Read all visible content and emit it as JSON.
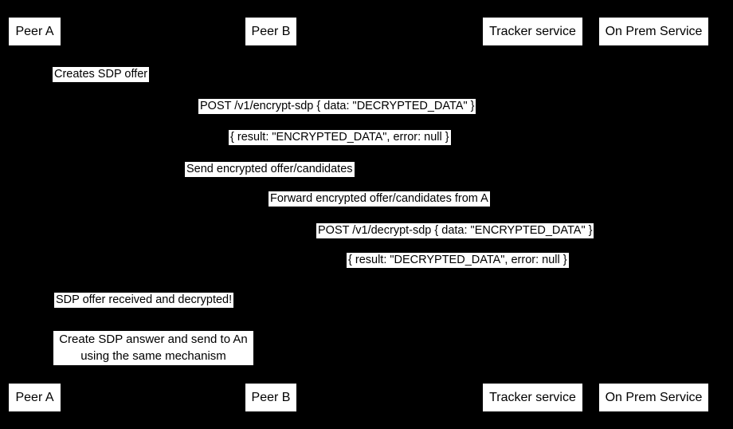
{
  "diagram": {
    "type": "sequence",
    "colors": {
      "background": "#000000",
      "box_fill": "#ffffff",
      "box_text": "#000000"
    },
    "participants": [
      {
        "id": "peer-a",
        "label": "Peer A"
      },
      {
        "id": "peer-b",
        "label": "Peer B"
      },
      {
        "id": "tracker",
        "label": "Tracker service"
      },
      {
        "id": "onprem",
        "label": "On Prem Service"
      }
    ],
    "messages": [
      {
        "text": "Creates SDP offer"
      },
      {
        "text": "POST /v1/encrypt-sdp { data: \"DECRYPTED_DATA\" }"
      },
      {
        "text": "{ result: \"ENCRYPTED_DATA\", error: null }"
      },
      {
        "text": "Send encrypted offer/candidates"
      },
      {
        "text": "Forward encrypted offer/candidates from A"
      },
      {
        "text": "POST /v1/decrypt-sdp { data: \"ENCRYPTED_DATA\" }"
      },
      {
        "text": "{ result: \"DECRYPTED_DATA\", error: null }"
      },
      {
        "text": "SDP offer received and decrypted!"
      }
    ],
    "note": {
      "lines": [
        "Create SDP answer and send to An",
        "using the same mechanism"
      ]
    }
  }
}
